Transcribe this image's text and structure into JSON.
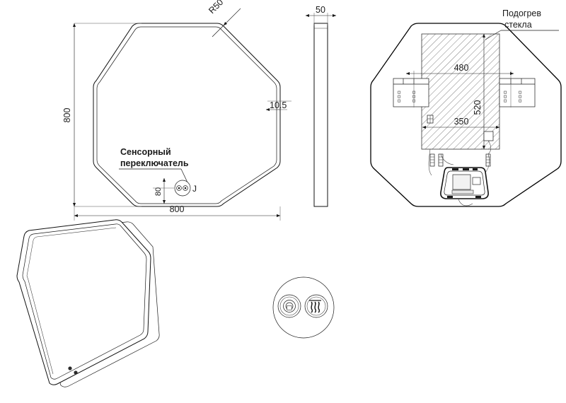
{
  "drawing": {
    "title": "Octagonal LED mirror technical drawing",
    "units": "mm",
    "line_color": "#1a1a1a",
    "background": "#ffffff"
  },
  "views": {
    "front": {
      "name": "front-elevation",
      "dimensions": {
        "width": "800",
        "height": "800",
        "corner_radius": "R50",
        "frame_edge": "10.5",
        "sensor_offset": "80"
      },
      "annotations": {
        "touch_switch_line1": "Сенсорный",
        "touch_switch_line2": "переключатель",
        "section_marker": "J"
      }
    },
    "side": {
      "name": "side-elevation",
      "dimensions": {
        "depth": "50"
      }
    },
    "back": {
      "name": "rear-view",
      "annotations": {
        "glass_heating_line1": "Подогрев",
        "glass_heating_line2": "стекла"
      },
      "dimensions": {
        "heater_width": "480",
        "heater_height": "520",
        "bracket_spacing": "350"
      }
    },
    "iso": {
      "name": "isometric-view"
    },
    "detail": {
      "name": "touch-panel-detail",
      "buttons": [
        {
          "id": "light-button",
          "icon": "brightness-icon"
        },
        {
          "id": "heater-button",
          "icon": "heater-waves-icon"
        }
      ]
    }
  }
}
